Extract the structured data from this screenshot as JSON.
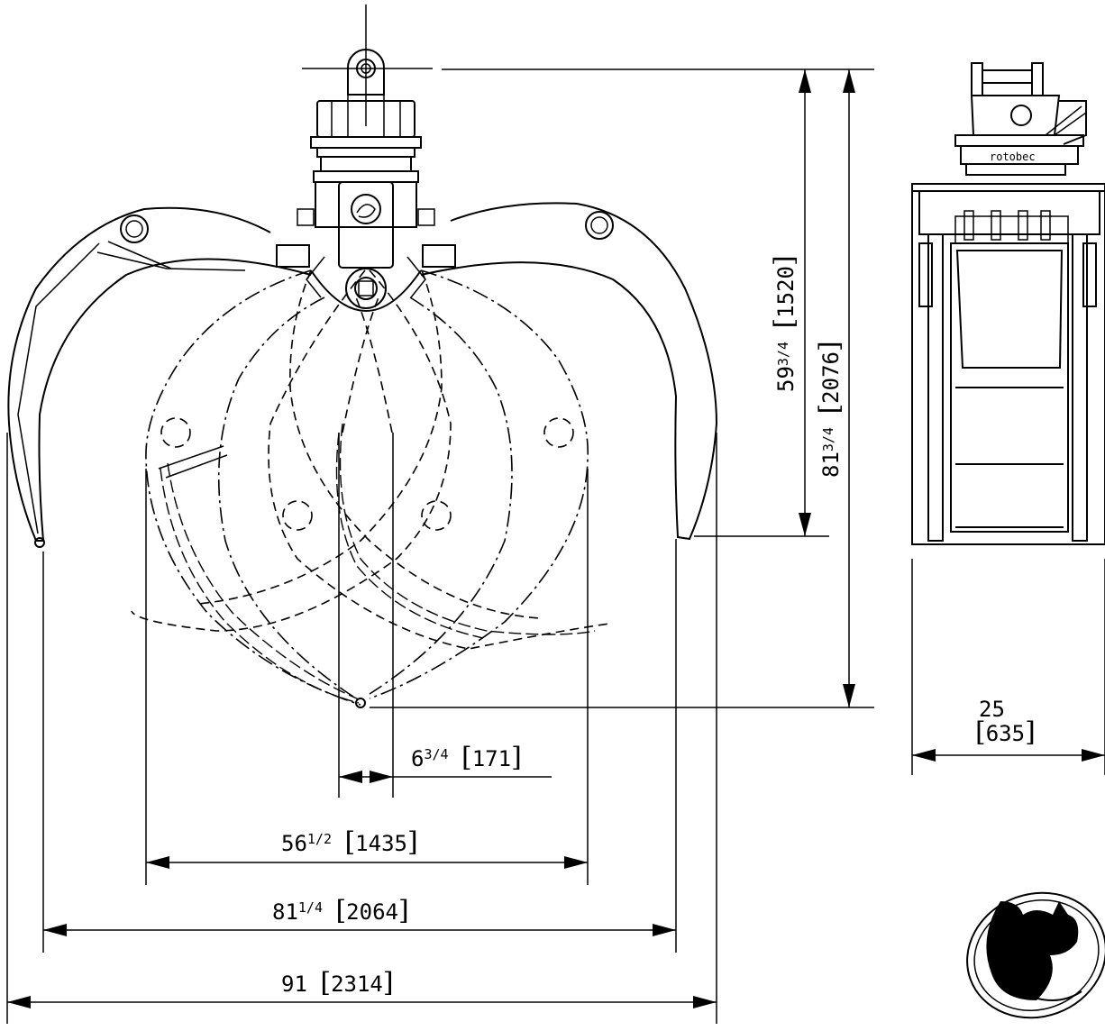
{
  "dimensions": {
    "side_height": {
      "value": "59",
      "frac": "3/4",
      "metric": "1520"
    },
    "total_height": {
      "value": "81",
      "frac": "3/4",
      "metric": "2076"
    },
    "tip_gap": {
      "value": "6",
      "frac": "3/4",
      "metric": "171"
    },
    "inner_open": {
      "value": "56",
      "frac": "1/2",
      "metric": "1435"
    },
    "outer_open": {
      "value": "81",
      "frac": "1/4",
      "metric": "2064"
    },
    "overall_width": {
      "value": "91",
      "frac": "",
      "metric": "2314"
    },
    "depth": {
      "value": "25",
      "metric": "635"
    }
  },
  "brand_label": "rotobec"
}
